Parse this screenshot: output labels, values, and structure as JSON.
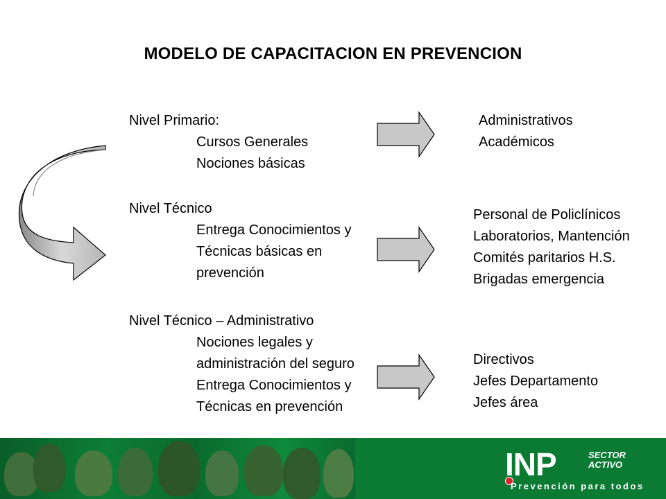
{
  "title": "MODELO DE CAPACITACION EN PREVENCION",
  "levels": [
    {
      "heading": "Nivel Primario:",
      "items": [
        "Cursos Generales",
        "Nociones básicas"
      ],
      "audience": [
        "Administrativos",
        "Académicos"
      ]
    },
    {
      "heading": "Nivel Técnico",
      "items": [
        "Entrega Conocimientos y",
        "Técnicas básicas en",
        "prevención"
      ],
      "audience": [
        "Personal de Policlínicos",
        "Laboratorios, Mantención",
        "Comités paritarios H.S.",
        "Brigadas emergencia"
      ]
    },
    {
      "heading": "Nivel Técnico – Administrativo",
      "items": [
        "Nociones legales y",
        "administración del seguro",
        "Entrega Conocimientos y",
        "Técnicas en prevención"
      ],
      "audience": [
        "Directivos",
        "Jefes Departamento",
        "Jefes área"
      ]
    }
  ],
  "footer": {
    "logo_text": "INP",
    "sector": "SECTOR",
    "activo": "ACTIVO",
    "tagline": "Prevención para todos"
  },
  "colors": {
    "footer_green": "#0b7a33",
    "arrow_fill": "#c8c8c8"
  },
  "icons": {
    "arrow": "right-block-arrow-icon",
    "curved_arrow": "curved-arrow-icon"
  }
}
